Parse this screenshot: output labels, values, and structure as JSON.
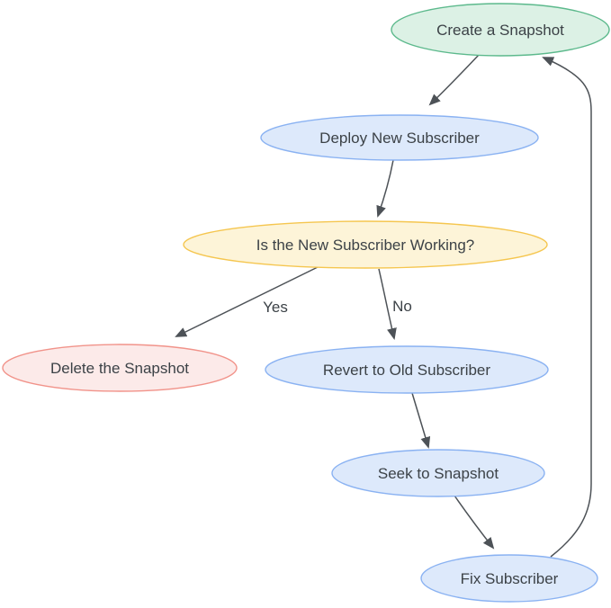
{
  "diagram": {
    "type": "flowchart",
    "description": "Snapshot / subscriber deployment workflow"
  },
  "colors": {
    "background": "#ffffff",
    "text": "#3c4247",
    "arrow": "#4d5257",
    "green_fill": "#dcf1e5",
    "green_stroke": "#5cb98c",
    "blue_fill": "#dde9fb",
    "blue_stroke": "#8ab2f2",
    "yellow_fill": "#fdf4d8",
    "yellow_stroke": "#f5c64f",
    "red_fill": "#fceae9",
    "red_stroke": "#f1938a"
  },
  "nodes": [
    {
      "id": "create-snapshot",
      "label": "Create a Snapshot",
      "fill": "#dcf1e5",
      "stroke": "#5cb98c"
    },
    {
      "id": "deploy-new-subscriber",
      "label": "Deploy New Subscriber",
      "fill": "#dde9fb",
      "stroke": "#8ab2f2"
    },
    {
      "id": "is-new-subscriber-working",
      "label": "Is the New Subscriber Working?",
      "fill": "#fdf4d8",
      "stroke": "#f5c64f"
    },
    {
      "id": "delete-the-snapshot",
      "label": "Delete the Snapshot",
      "fill": "#fceae9",
      "stroke": "#f1938a"
    },
    {
      "id": "revert-to-old-subscriber",
      "label": "Revert to Old Subscriber",
      "fill": "#dde9fb",
      "stroke": "#8ab2f2"
    },
    {
      "id": "seek-to-snapshot",
      "label": "Seek to Snapshot",
      "fill": "#dde9fb",
      "stroke": "#8ab2f2"
    },
    {
      "id": "fix-subscriber",
      "label": "Fix Subscriber",
      "fill": "#dde9fb",
      "stroke": "#8ab2f2"
    }
  ],
  "edges": [
    {
      "from": "create-snapshot",
      "to": "deploy-new-subscriber",
      "label": ""
    },
    {
      "from": "deploy-new-subscriber",
      "to": "is-new-subscriber-working",
      "label": ""
    },
    {
      "from": "is-new-subscriber-working",
      "to": "delete-the-snapshot",
      "label": "Yes"
    },
    {
      "from": "is-new-subscriber-working",
      "to": "revert-to-old-subscriber",
      "label": "No"
    },
    {
      "from": "revert-to-old-subscriber",
      "to": "seek-to-snapshot",
      "label": ""
    },
    {
      "from": "seek-to-snapshot",
      "to": "fix-subscriber",
      "label": ""
    },
    {
      "from": "fix-subscriber",
      "to": "create-snapshot",
      "label": ""
    }
  ]
}
